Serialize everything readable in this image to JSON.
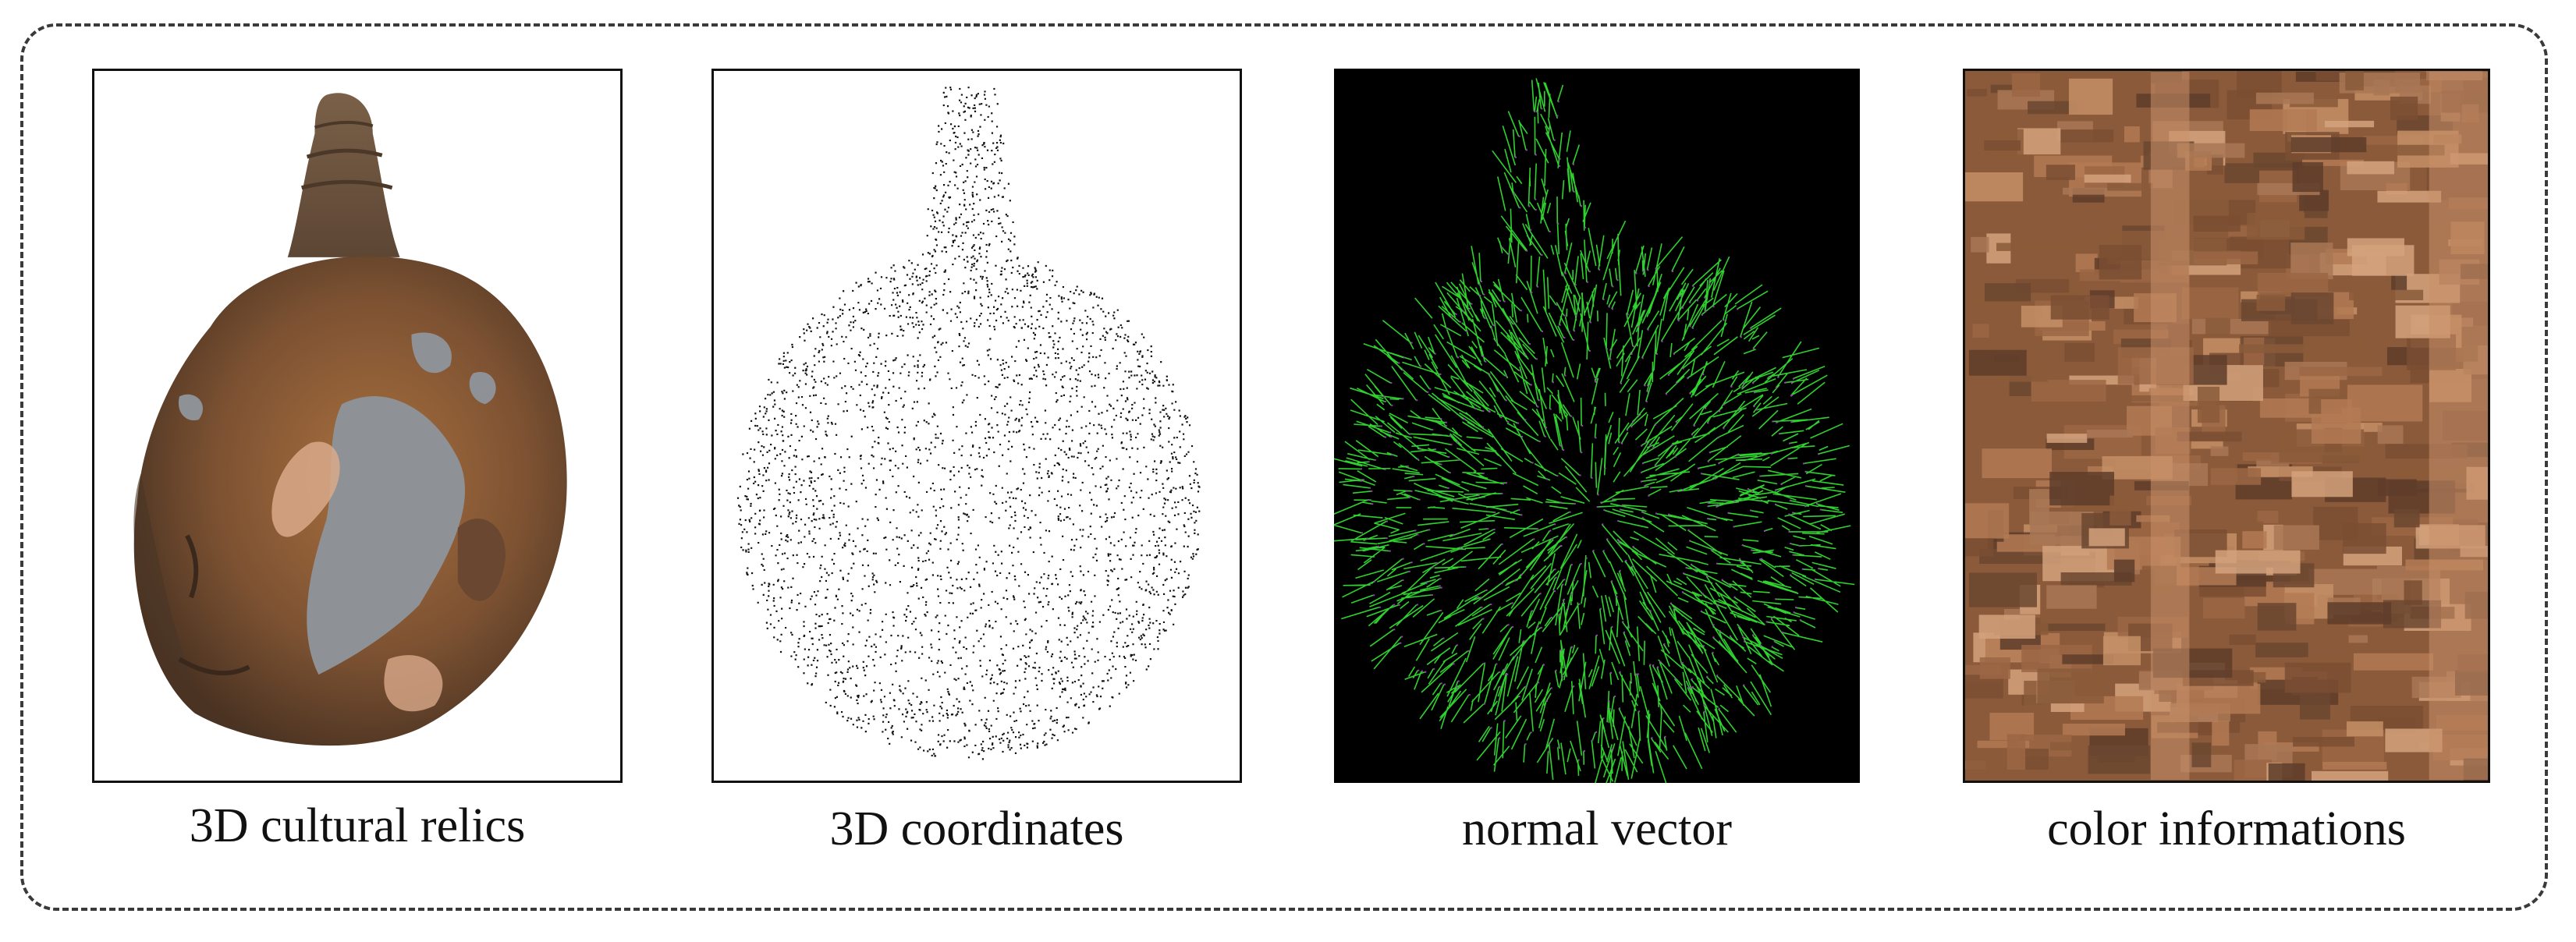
{
  "panels": [
    {
      "caption": "3D cultural relics",
      "icon": "relic-head-render"
    },
    {
      "caption": "3D coordinates",
      "icon": "point-cloud"
    },
    {
      "caption": "normal vector",
      "icon": "normal-vector-field"
    },
    {
      "caption": "color informations",
      "icon": "texture-map"
    }
  ],
  "colors": {
    "border": "#3a3a3a",
    "normal_green": "#2fd12f",
    "normal_background": "#000000",
    "relic_brown": "#8b5a36",
    "relic_gray": "#8e9296"
  }
}
